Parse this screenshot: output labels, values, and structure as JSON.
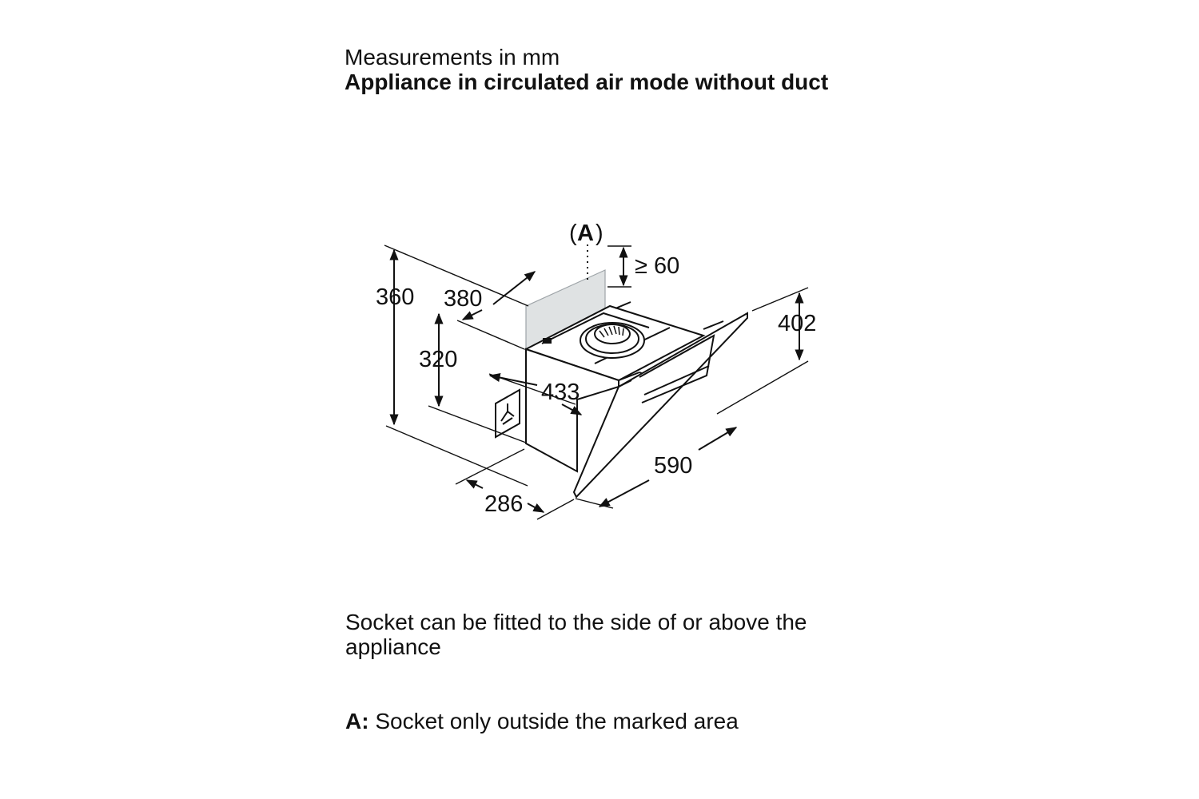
{
  "header": {
    "subtitle": "Measurements in mm",
    "title": "Appliance in circulated air mode without duct"
  },
  "diagram": {
    "label_a_open": "(",
    "label_a": "A",
    "label_a_close": ")",
    "dim_clearance": "≥ 60",
    "dim_total_height": "360",
    "dim_top_depth": "380",
    "dim_body_height": "320",
    "dim_body_width": "433",
    "dim_front_height": "402",
    "dim_bottom_depth": "286",
    "dim_front_width": "590"
  },
  "note": {
    "text": "Socket can be fitted to the side of or above the appliance"
  },
  "legend": {
    "key": "A:",
    "text": "Socket only outside the marked area"
  }
}
